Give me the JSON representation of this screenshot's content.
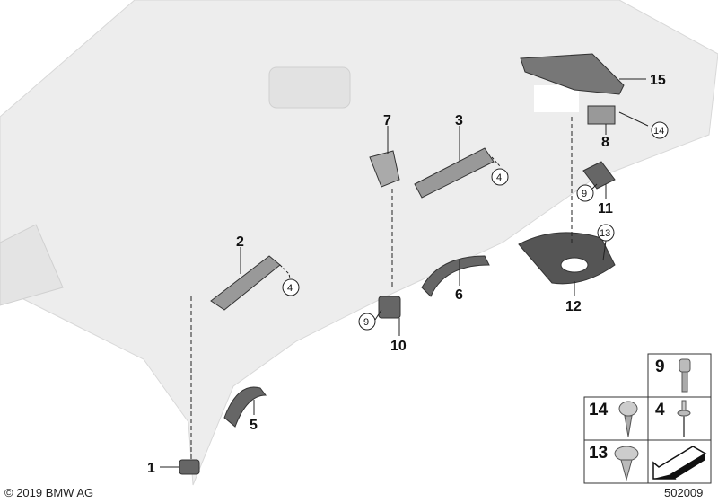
{
  "diagram": {
    "part_labels": [
      "1",
      "2",
      "3",
      "5",
      "6",
      "7",
      "8",
      "10",
      "11",
      "12",
      "15"
    ],
    "circle_labels": {
      "four_a": "4",
      "four_b": "4",
      "nine_a": "9",
      "nine_b": "9",
      "thirteen": "13",
      "fourteen": "14"
    },
    "legend": [
      {
        "number": "9",
        "item": "screw-icon"
      },
      {
        "number": "14",
        "item": "self-tapping-screw-icon"
      },
      {
        "number": "4",
        "item": "rivet-icon"
      },
      {
        "number": "13",
        "item": "clip-icon"
      },
      {
        "number": "",
        "item": "arrow-icon"
      }
    ],
    "colors": {
      "headliner": "#ededed",
      "parts": "#555555",
      "lines": "#222222"
    }
  },
  "footer": {
    "copyright": "© 2019 BMW AG",
    "diagram_number": "502009"
  }
}
